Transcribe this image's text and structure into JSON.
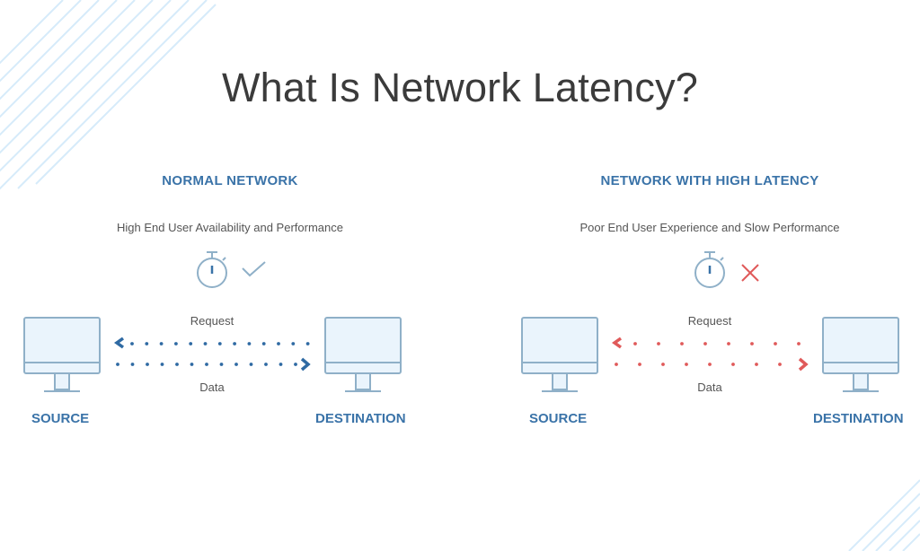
{
  "title": "What Is Network Latency?",
  "colors": {
    "accent_blue": "#3a73a8",
    "ok_blue": "#2f6aa3",
    "bad_red": "#e05a5a",
    "monitor_fill": "#eaf4fc",
    "monitor_stroke": "#8fb0c8"
  },
  "panels": [
    {
      "heading": "NORMAL NETWORK",
      "subtitle": "High End User Availability and Performance",
      "timer_icon": "stopwatch-icon",
      "status_icon": "checkmark-icon",
      "request_label": "Request",
      "data_label": "Data",
      "source_label": "SOURCE",
      "destination_label": "DESTINATION",
      "state": "normal"
    },
    {
      "heading": "NETWORK WITH HIGH LATENCY",
      "subtitle": "Poor End User Experience and Slow Performance",
      "timer_icon": "stopwatch-icon",
      "status_icon": "x-mark-icon",
      "request_label": "Request",
      "data_label": "Data",
      "source_label": "SOURCE",
      "destination_label": "DESTINATION",
      "state": "high-latency"
    }
  ]
}
